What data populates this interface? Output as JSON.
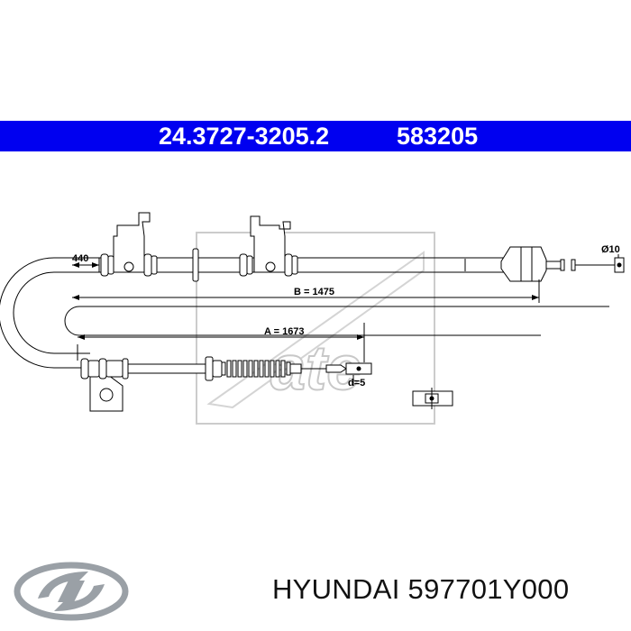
{
  "header": {
    "ref_primary": "24.3727-3205.2",
    "ref_secondary": "583205",
    "bar_color": "#0000f0",
    "text_color": "#ffffff"
  },
  "drawing": {
    "watermark": "ate",
    "dimensions": {
      "offset": "440",
      "length_b": "B = 1475",
      "length_a": "A = 1673",
      "end_diameter": "Ø10",
      "end_d": "d=5"
    }
  },
  "footer": {
    "logo_icon": "hyundai-logo-icon",
    "brand": "HYUNDAI",
    "part_number": "597701Y000"
  }
}
